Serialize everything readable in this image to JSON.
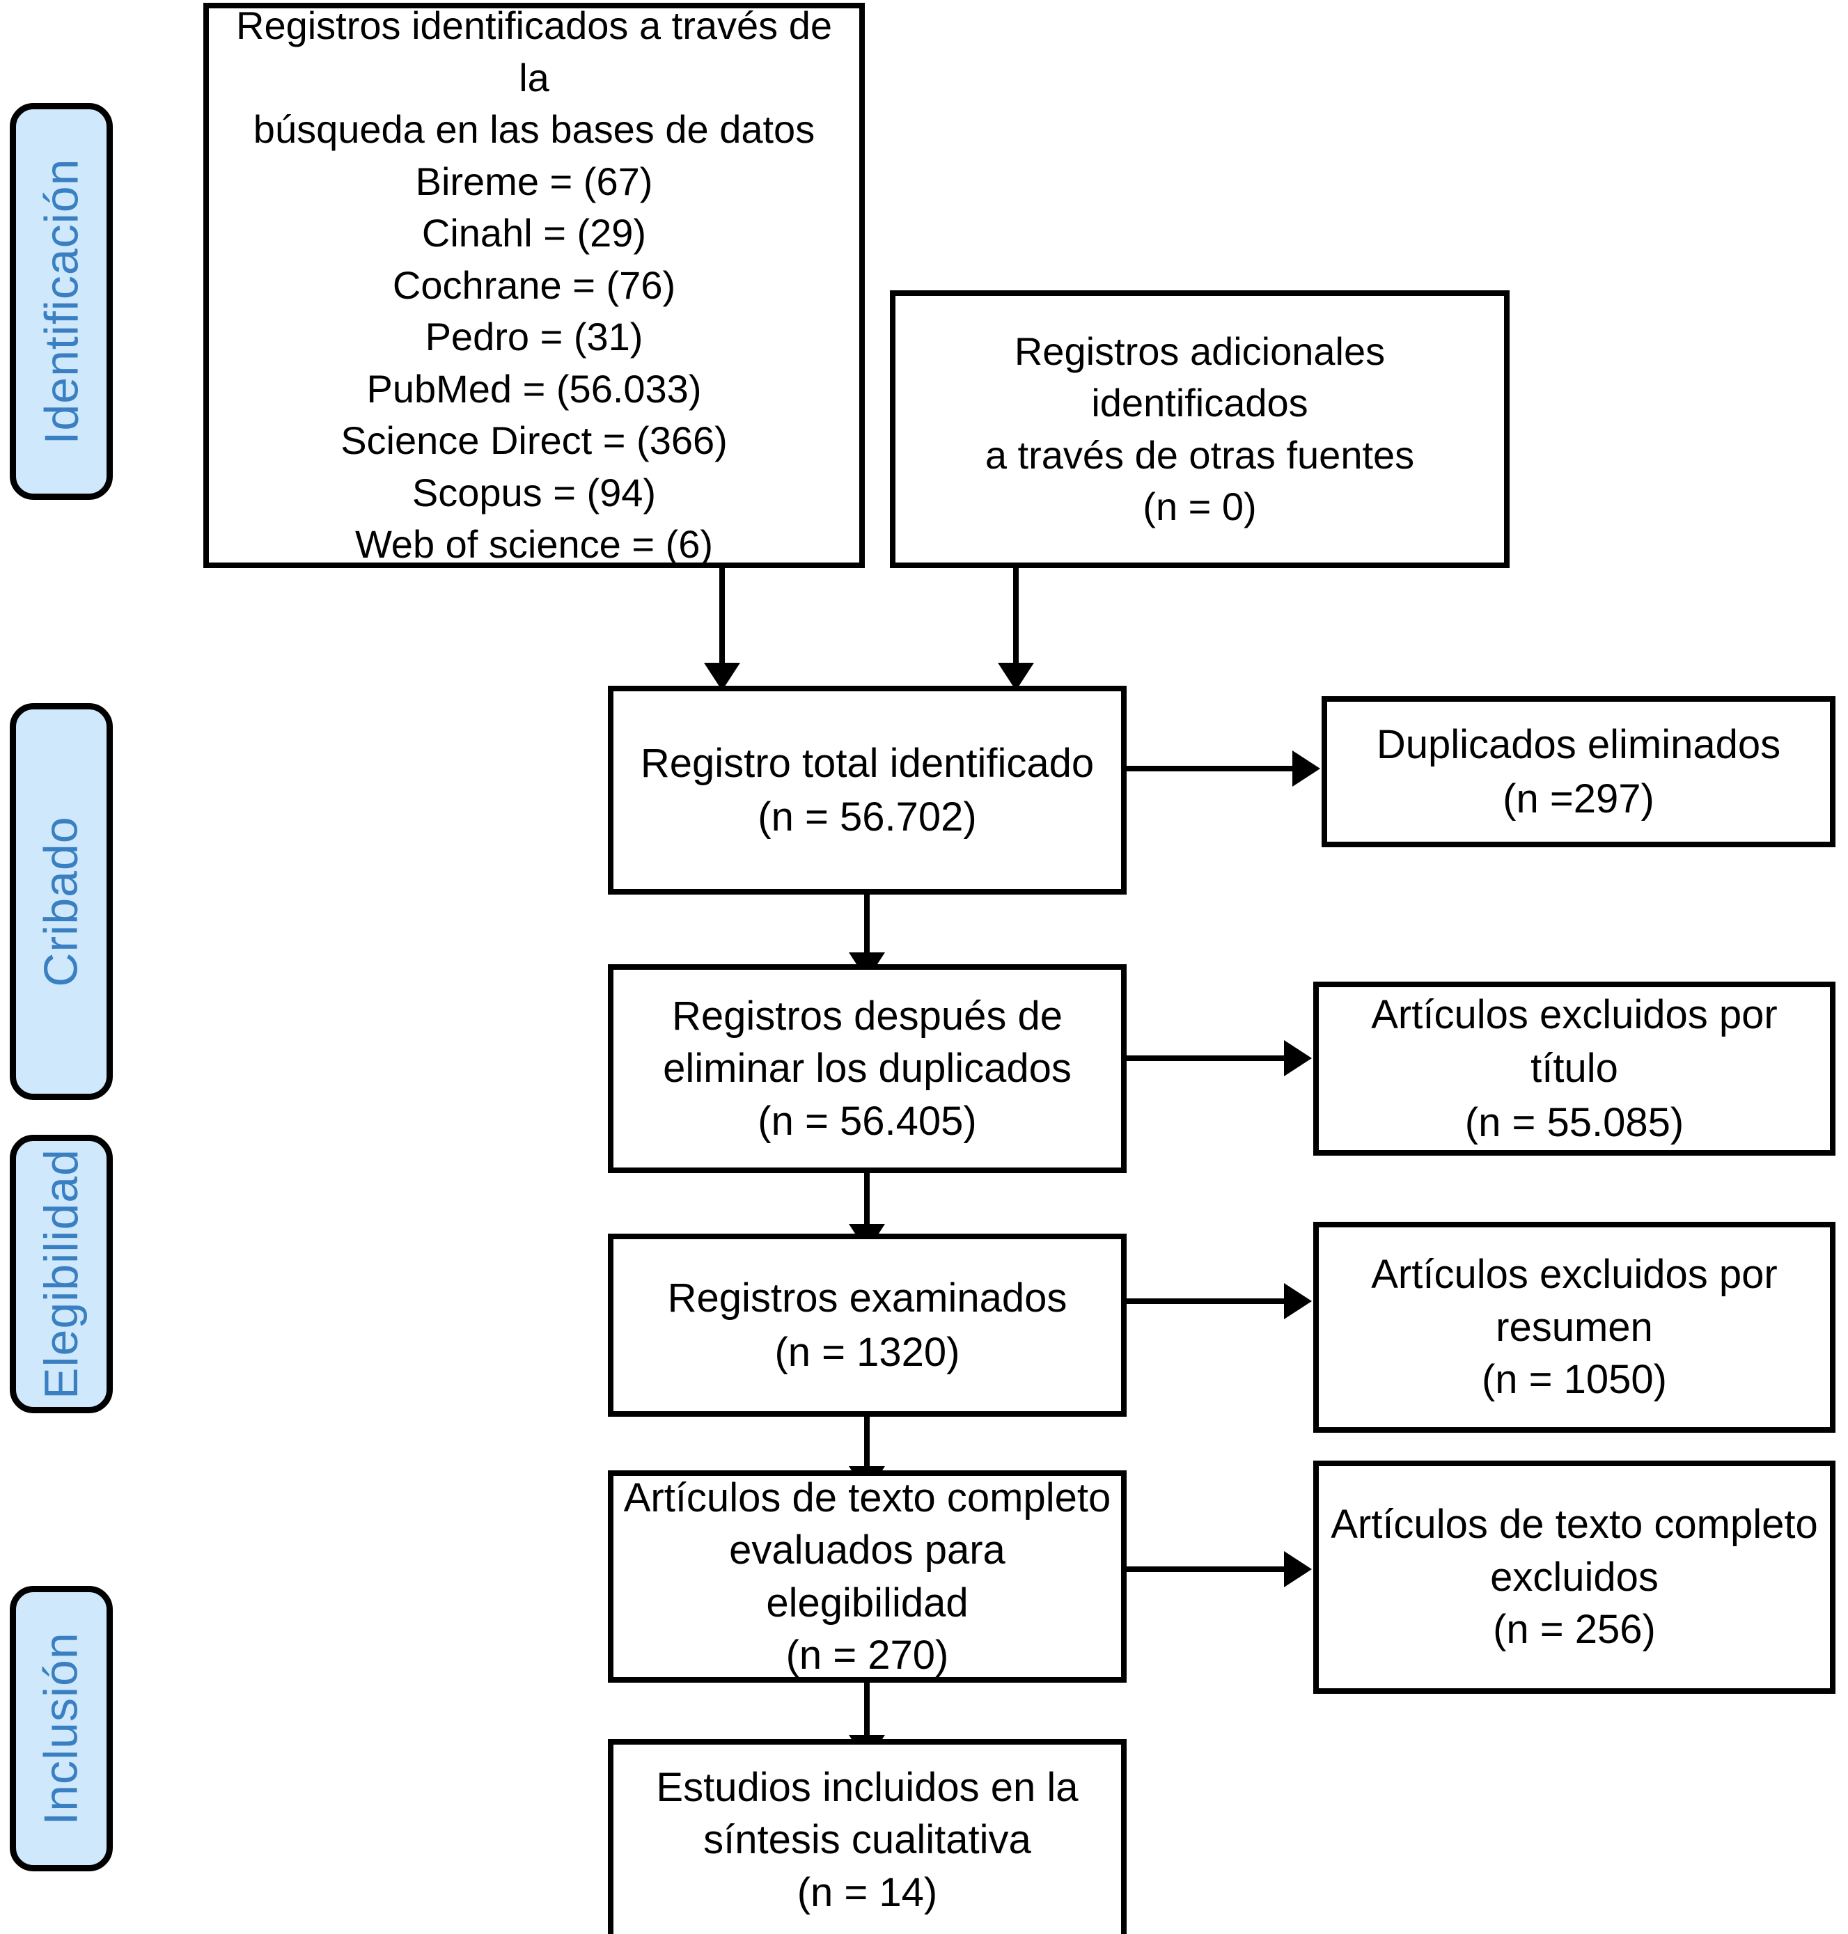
{
  "diagram": {
    "title": "PRISMA flow diagram",
    "colors": {
      "stage_fill": "#cfe8fb",
      "stage_text": "#3a7fc1",
      "box_border": "#000000",
      "box_fill": "#ffffff",
      "connector": "#000000"
    }
  },
  "stages": [
    {
      "id": "identificacion",
      "label": "Identificación"
    },
    {
      "id": "cribado",
      "label": "Cribado"
    },
    {
      "id": "elegibilidad",
      "label": "Elegibilidad"
    },
    {
      "id": "inclusion",
      "label": "Inclusión"
    }
  ],
  "boxes": {
    "records_databases": {
      "text": "Registros identificados a través de la\nbúsqueda en las bases de datos\nBireme = (67)\nCinahl = (29)\nCochrane = (76)\nPedro = (31)\nPubMed = (56.033)\nScience Direct = (366)\nScopus = (94)\nWeb of science = (6)"
    },
    "records_other_sources": {
      "text": "Registros adicionales identificados\na través de otras fuentes\n(n = 0)"
    },
    "total_identified": {
      "text": "Registro total identificado\n(n = 56.702)"
    },
    "duplicates_removed": {
      "text": "Duplicados eliminados\n(n =297)"
    },
    "after_duplicates": {
      "text": "Registros después de\neliminar los duplicados\n(n = 56.405)"
    },
    "excluded_title": {
      "text": "Artículos excluidos por título\n(n = 55.085)"
    },
    "records_screened": {
      "text": "Registros examinados\n(n = 1320)"
    },
    "excluded_abstract": {
      "text": "Artículos excluidos por\nresumen\n(n = 1050)"
    },
    "fulltext_assessed": {
      "text": "Artículos de texto completo\nevaluados para elegibilidad\n(n = 270)"
    },
    "fulltext_excluded": {
      "text": "Artículos de texto completo\nexcluidos\n(n = 256)"
    },
    "studies_included": {
      "text": "Estudios incluidos en la\nsíntesis cualitativa\n(n = 14)"
    }
  },
  "chart_data": {
    "type": "diagram",
    "title": "Diagrama de flujo PRISMA",
    "stages": [
      "Identificación",
      "Cribado",
      "Elegibilidad",
      "Inclusión"
    ],
    "nodes": [
      {
        "id": "records_databases",
        "stage": "Identificación",
        "label": "Registros identificados a través de la búsqueda en las bases de datos",
        "sources": [
          {
            "name": "Bireme",
            "n": 67
          },
          {
            "name": "Cinahl",
            "n": 29
          },
          {
            "name": "Cochrane",
            "n": 76
          },
          {
            "name": "Pedro",
            "n": 31
          },
          {
            "name": "PubMed",
            "n": 56033
          },
          {
            "name": "Science Direct",
            "n": 366
          },
          {
            "name": "Scopus",
            "n": 94
          },
          {
            "name": "Web of science",
            "n": 6
          }
        ]
      },
      {
        "id": "records_other_sources",
        "stage": "Identificación",
        "label": "Registros adicionales identificados a través de otras fuentes",
        "n": 0
      },
      {
        "id": "total_identified",
        "stage": "Cribado",
        "label": "Registro total identificado",
        "n": 56702
      },
      {
        "id": "duplicates_removed",
        "stage": "Cribado",
        "label": "Duplicados eliminados",
        "n": 297
      },
      {
        "id": "after_duplicates",
        "stage": "Cribado",
        "label": "Registros después de eliminar los duplicados",
        "n": 56405
      },
      {
        "id": "excluded_title",
        "stage": "Cribado",
        "label": "Artículos excluidos por título",
        "n": 55085
      },
      {
        "id": "records_screened",
        "stage": "Elegibilidad",
        "label": "Registros examinados",
        "n": 1320
      },
      {
        "id": "excluded_abstract",
        "stage": "Elegibilidad",
        "label": "Artículos excluidos por resumen",
        "n": 1050
      },
      {
        "id": "fulltext_assessed",
        "stage": "Elegibilidad",
        "label": "Artículos de texto completo evaluados para elegibilidad",
        "n": 270
      },
      {
        "id": "fulltext_excluded",
        "stage": "Elegibilidad",
        "label": "Artículos de texto completo excluidos",
        "n": 256
      },
      {
        "id": "studies_included",
        "stage": "Inclusión",
        "label": "Estudios incluidos en la síntesis cualitativa",
        "n": 14
      }
    ],
    "edges": [
      {
        "from": "records_databases",
        "to": "total_identified",
        "direction": "down"
      },
      {
        "from": "records_other_sources",
        "to": "total_identified",
        "direction": "down"
      },
      {
        "from": "total_identified",
        "to": "duplicates_removed",
        "direction": "right"
      },
      {
        "from": "total_identified",
        "to": "after_duplicates",
        "direction": "down"
      },
      {
        "from": "after_duplicates",
        "to": "excluded_title",
        "direction": "right"
      },
      {
        "from": "after_duplicates",
        "to": "records_screened",
        "direction": "down"
      },
      {
        "from": "records_screened",
        "to": "excluded_abstract",
        "direction": "right"
      },
      {
        "from": "records_screened",
        "to": "fulltext_assessed",
        "direction": "down"
      },
      {
        "from": "fulltext_assessed",
        "to": "fulltext_excluded",
        "direction": "right"
      },
      {
        "from": "fulltext_assessed",
        "to": "studies_included",
        "direction": "down"
      }
    ]
  }
}
